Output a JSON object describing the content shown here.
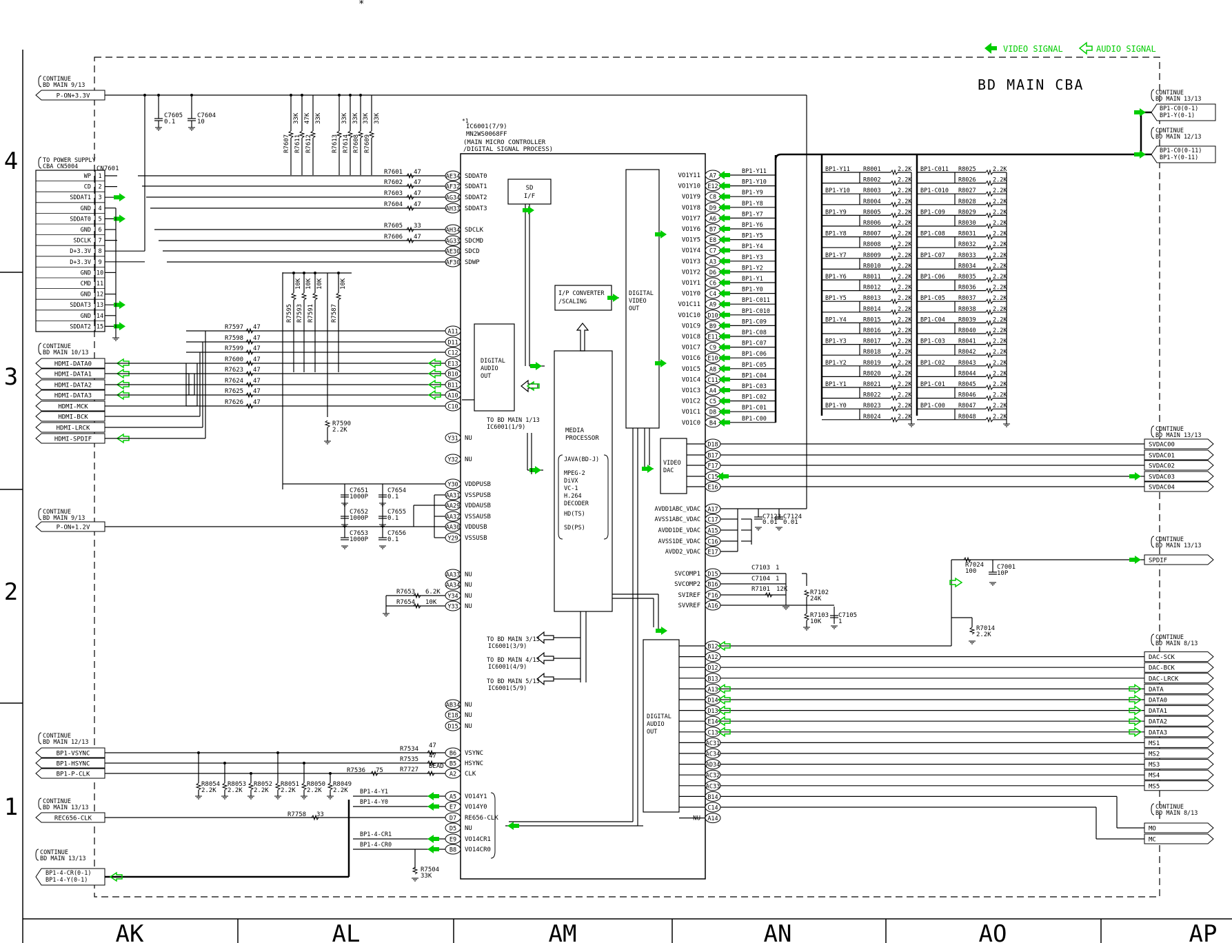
{
  "header": {
    "asterisk": "*",
    "legend_video": "VIDEO SIGNAL",
    "legend_audio": "AUDIO SIGNAL",
    "title": "BD MAIN CBA"
  },
  "colors": {
    "signal_green": "#00cc00",
    "line": "#000000",
    "background": "#ffffff"
  },
  "icons": {
    "video_arrow": "video-signal-arrow-icon",
    "audio_arrow": "audio-signal-arrow-icon",
    "ground": "ground-icon"
  },
  "grid": {
    "rows": [
      "4",
      "3",
      "2",
      "1"
    ],
    "cols": [
      "AK",
      "AL",
      "AM",
      "AN",
      "AO",
      "AP"
    ]
  },
  "ic": {
    "ref": "IC6001(7/9)",
    "note_mark": "*1",
    "part": "MN2WS0068FF",
    "desc1": "(MAIN MICRO CONTROLLER",
    "desc2": "/DIGITAL SIGNAL PROCESS)"
  },
  "blocks": {
    "sd_if": "SD I/F",
    "ip_conv": "I/P CONVERTER /SCALING",
    "dvo": "DIGITAL VIDEO OUT",
    "dao_left": "DIGITAL AUDIO OUT",
    "media": "MEDIA PROCESSOR",
    "media_list": [
      "JAVA(BD-J)",
      "MPEG-2",
      "DiVX",
      "VC-1",
      "H.264",
      "DECODER",
      "HD(TS)",
      "SD(PS)"
    ],
    "video_dac": "VIDEO DAC",
    "dao_right": "DIGITAL AUDIO OUT",
    "to_bd1": [
      "TO BD MAIN 1/13",
      "IC6001(1/9)"
    ],
    "to_bd3": [
      "TO BD MAIN 3/13",
      "IC6001(3/9)"
    ],
    "to_bd4": [
      "TO BD MAIN 4/13",
      "IC6001(4/9)"
    ],
    "to_bd5": [
      "TO BD MAIN 5/13",
      "IC6001(5/9)"
    ]
  },
  "continues": {
    "c9_top": [
      "CONTINUE",
      "BD MAIN 9/13"
    ],
    "c_power": [
      "TO POWER SUPPLY",
      "CBA CN5004"
    ],
    "c10": [
      "CONTINUE",
      "BD MAIN 10/13"
    ],
    "c9_mid": [
      "CONTINUE",
      "BD MAIN 9/13"
    ],
    "c12": [
      "CONTINUE",
      "BD MAIN 12/13"
    ],
    "c13_a": [
      "CONTINUE",
      "BD MAIN 13/13"
    ],
    "c13_b": [
      "CONTINUE",
      "BD MAIN 13/13"
    ],
    "r13_top": [
      "CONTINUE",
      "BD MAIN 13/13"
    ],
    "r12": [
      "CONTINUE",
      "BD MAIN 12/13"
    ],
    "r13_mid": [
      "CONTINUE",
      "BD MAIN 13/13"
    ],
    "r13_sp": [
      "CONTINUE",
      "BD MAIN 13/13"
    ],
    "r8_a": [
      "CONTINUE",
      "BD MAIN 8/13"
    ],
    "r8_b": [
      "CONTINUE",
      "BD MAIN 8/13"
    ]
  },
  "left_offpage": {
    "pon33": "P-ON+3.3V",
    "pon12": "P-ON+1.2V",
    "hdmi": [
      "HDMI-DATA0",
      "HDMI-DATA1",
      "HDMI-DATA2",
      "HDMI-DATA3",
      "HDMI-MCK",
      "HDMI-BCK",
      "HDMI-LRCK",
      "HDMI-SPDIF"
    ],
    "bp1": [
      "BP1-VSYNC",
      "BP1-HSYNC",
      "BP1-P-CLK"
    ],
    "rec656": "REC656-CLK",
    "bp14": [
      "BP1-4-CR(0-1)",
      "BP1-4-Y(0-1)"
    ]
  },
  "connector": {
    "ref": "CN7601",
    "pins": [
      {
        "name": "WP",
        "num": "1"
      },
      {
        "name": "CD",
        "num": "2"
      },
      {
        "name": "SDDAT1",
        "num": "3"
      },
      {
        "name": "GND",
        "num": "4"
      },
      {
        "name": "SDDAT0",
        "num": "5"
      },
      {
        "name": "GND",
        "num": "6"
      },
      {
        "name": "SDCLK",
        "num": "7"
      },
      {
        "name": "D+3.3V",
        "num": "8"
      },
      {
        "name": "D+3.3V",
        "num": "9"
      },
      {
        "name": "GND",
        "num": "10"
      },
      {
        "name": "CMD",
        "num": "11"
      },
      {
        "name": "GND",
        "num": "12"
      },
      {
        "name": "SDDAT3",
        "num": "13"
      },
      {
        "name": "GND",
        "num": "14"
      },
      {
        "name": "SDDAT2",
        "num": "15"
      }
    ]
  },
  "caps_top": [
    {
      "ref": "C7605",
      "val": "0.1"
    },
    {
      "ref": "C7604",
      "val": "10"
    }
  ],
  "vres_top": [
    {
      "ref": "R7607",
      "val": "33K"
    },
    {
      "ref": "R7611",
      "val": "47K"
    },
    {
      "ref": "R7612",
      "val": "33K"
    },
    {
      "ref": "R7613",
      "val": "33K"
    },
    {
      "ref": "R7614",
      "val": "33K"
    },
    {
      "ref": "R7608",
      "val": "33K"
    },
    {
      "ref": "R7609",
      "val": "33K"
    }
  ],
  "vres_mid": [
    {
      "ref": "R7595",
      "val": "10K"
    },
    {
      "ref": "R7593",
      "val": "10K"
    },
    {
      "ref": "R7591",
      "val": "10K"
    },
    {
      "ref": "R7587",
      "val": "10K"
    }
  ],
  "r7590": {
    "ref": "R7590",
    "val": "2.2K"
  },
  "r7504": {
    "ref": "R7504",
    "val": "33K"
  },
  "left_pins": [
    {
      "ball": "AE34",
      "name": "SDDAT0",
      "res": "R7601",
      "val": "47"
    },
    {
      "ball": "AF32",
      "name": "SDDAT1",
      "res": "R7602",
      "val": "47"
    },
    {
      "ball": "AG34",
      "name": "SDDAT2",
      "res": "R7603",
      "val": "47"
    },
    {
      "ball": "AH33",
      "name": "SDDAT3",
      "res": "R7604",
      "val": "47"
    },
    {
      "ball": "AH34",
      "name": "SDCLK",
      "res": "R7605",
      "val": "33"
    },
    {
      "ball": "AG33",
      "name": "SDCMD",
      "res": "R7606",
      "val": "47"
    },
    {
      "ball": "AE30",
      "name": "SDCD",
      "res": "",
      "val": ""
    },
    {
      "ball": "AF30",
      "name": "SDWP",
      "res": "",
      "val": ""
    }
  ],
  "audio_pins": [
    {
      "ball": "A11",
      "res": "R7597",
      "val": "47"
    },
    {
      "ball": "D11",
      "res": "R7598",
      "val": "47"
    },
    {
      "ball": "C12",
      "res": "R7599",
      "val": "47"
    },
    {
      "ball": "E13",
      "res": "R7600",
      "val": "47"
    },
    {
      "ball": "B10",
      "res": "R7623",
      "val": "47"
    },
    {
      "ball": "B11",
      "res": "R7624",
      "val": "47"
    },
    {
      "ball": "A10",
      "res": "R7625",
      "val": "47"
    },
    {
      "ball": "C10",
      "res": "R7626",
      "val": "47"
    }
  ],
  "nu_pins_a": [
    {
      "ball": "Y31",
      "name": "NU"
    },
    {
      "ball": "Y32",
      "name": "NU"
    }
  ],
  "pwr_pins": [
    {
      "ball": "Y30",
      "name": "VDDPUSB"
    },
    {
      "ball": "AA31",
      "name": "VSSPUSB"
    },
    {
      "ball": "AA29",
      "name": "VDDAUSB"
    },
    {
      "ball": "AA32",
      "name": "VSSAUSB"
    },
    {
      "ball": "AA30",
      "name": "VDDUSB"
    },
    {
      "ball": "Y29",
      "name": "VSSUSB"
    }
  ],
  "pwr_caps": [
    {
      "ref": "C7651",
      "val": "1000P"
    },
    {
      "ref": "C7654",
      "val": "0.1"
    },
    {
      "ref": "C7652",
      "val": "1000P"
    },
    {
      "ref": "C7655",
      "val": "0.1"
    },
    {
      "ref": "C7653",
      "val": "1000P"
    },
    {
      "ref": "C7656",
      "val": "0.1"
    }
  ],
  "nu_pins_b": [
    {
      "ball": "AA33",
      "name": "NU",
      "res": "",
      "val": ""
    },
    {
      "ball": "AA34",
      "name": "NU",
      "res": "",
      "val": ""
    },
    {
      "ball": "Y34",
      "name": "NU",
      "res": "R7653",
      "val": "6.2K"
    },
    {
      "ball": "Y33",
      "name": "NU",
      "res": "R7654",
      "val": "10K"
    }
  ],
  "nu_pins_c": [
    {
      "ball": "AB34",
      "name": "NU"
    },
    {
      "ball": "E18",
      "name": "NU"
    },
    {
      "ball": "D15",
      "name": "NU"
    }
  ],
  "sync_pins": [
    {
      "ball": "B6",
      "name": "VSYNC",
      "res": "R7534",
      "val": "47"
    },
    {
      "ball": "B5",
      "name": "HSYNC",
      "res": "R7535",
      "val": "47"
    },
    {
      "ball": "A2",
      "name": "CLK",
      "res": "R7727",
      "val": "BEAD"
    }
  ],
  "r7536": {
    "ref": "R7536",
    "val": "75"
  },
  "term_res": [
    {
      "ref": "R8054",
      "val": "2.2K"
    },
    {
      "ref": "R8053",
      "val": "2.2K"
    },
    {
      "ref": "R8052",
      "val": "2.2K"
    },
    {
      "ref": "R8051",
      "val": "2.2K"
    },
    {
      "ref": "R8050",
      "val": "2.2K"
    },
    {
      "ref": "R8049",
      "val": "2.2K"
    }
  ],
  "vo_pins": [
    {
      "ball": "A5",
      "name": "VO14Y1",
      "net": "BP1-4-Y1"
    },
    {
      "ball": "E7",
      "name": "VO14Y0",
      "net": "BP1-4-Y0"
    },
    {
      "ball": "D7",
      "name": "RE656-CLK",
      "net": ""
    },
    {
      "ball": "D5",
      "name": "NU",
      "net": ""
    },
    {
      "ball": "E9",
      "name": "VO14CR1",
      "net": "BP1-4-CR1"
    },
    {
      "ball": "B8",
      "name": "VO14CR0",
      "net": "BP1-4-CR0"
    }
  ],
  "r7758": {
    "ref": "R7758",
    "val": "33"
  },
  "right_pins": [
    {
      "name": "VO1Y11",
      "ball": "A7",
      "net": "BP1-Y11"
    },
    {
      "name": "VO1Y10",
      "ball": "E12",
      "net": "BP1-Y10"
    },
    {
      "name": "VO1Y9",
      "ball": "C8",
      "net": "BP1-Y9"
    },
    {
      "name": "VO1Y8",
      "ball": "D9",
      "net": "BP1-Y8"
    },
    {
      "name": "VO1Y7",
      "ball": "A6",
      "net": "BP1-Y7"
    },
    {
      "name": "VO1Y6",
      "ball": "B7",
      "net": "BP1-Y6"
    },
    {
      "name": "VO1Y5",
      "ball": "E8",
      "net": "BP1-Y5"
    },
    {
      "name": "VO1Y4",
      "ball": "C7",
      "net": "BP1-Y4"
    },
    {
      "name": "VO1Y3",
      "ball": "A3",
      "net": "BP1-Y3"
    },
    {
      "name": "VO1Y2",
      "ball": "D6",
      "net": "BP1-Y2"
    },
    {
      "name": "VO1Y1",
      "ball": "C6",
      "net": "BP1-Y1"
    },
    {
      "name": "VO1Y0",
      "ball": "C4",
      "net": "BP1-Y0"
    },
    {
      "name": "VO1C11",
      "ball": "A9",
      "net": "BP1-C011"
    },
    {
      "name": "VO1C10",
      "ball": "D10",
      "net": "BP1-C010"
    },
    {
      "name": "VO1C9",
      "ball": "B9",
      "net": "BP1-C09"
    },
    {
      "name": "VO1C8",
      "ball": "E11",
      "net": "BP1-C08"
    },
    {
      "name": "VO1C7",
      "ball": "C9",
      "net": "BP1-C07"
    },
    {
      "name": "VO1C6",
      "ball": "E10",
      "net": "BP1-C06"
    },
    {
      "name": "VO1C5",
      "ball": "A8",
      "net": "BP1-C05"
    },
    {
      "name": "VO1C4",
      "ball": "C11",
      "net": "BP1-C04"
    },
    {
      "name": "VO1C3",
      "ball": "A4",
      "net": "BP1-C03"
    },
    {
      "name": "VO1C2",
      "ball": "C5",
      "net": "BP1-C02"
    },
    {
      "name": "VO1C1",
      "ball": "D8",
      "net": "BP1-C01"
    },
    {
      "name": "VO1C0",
      "ball": "B4",
      "net": "BP1-C00"
    }
  ],
  "y_bus": [
    "BP1-Y11",
    "BP1-Y10",
    "BP1-Y9",
    "BP1-Y8",
    "BP1-Y7",
    "BP1-Y6",
    "BP1-Y5",
    "BP1-Y4",
    "BP1-Y3",
    "BP1-Y2",
    "BP1-Y1",
    "BP1-Y0"
  ],
  "c_bus": [
    "BP1-C011",
    "BP1-C010",
    "BP1-C09",
    "BP1-C08",
    "BP1-C07",
    "BP1-C06",
    "BP1-C05",
    "BP1-C04",
    "BP1-C03",
    "BP1-C02",
    "BP1-C01",
    "BP1-C00"
  ],
  "y_res": [
    {
      "ref": "R8001",
      "val": "2.2K"
    },
    {
      "ref": "R8002",
      "val": "2.2K"
    },
    {
      "ref": "R8003",
      "val": "2.2K"
    },
    {
      "ref": "R8004",
      "val": "2.2K"
    },
    {
      "ref": "R8005",
      "val": "2.2K"
    },
    {
      "ref": "R8006",
      "val": "2.2K"
    },
    {
      "ref": "R8007",
      "val": "2.2K"
    },
    {
      "ref": "R8008",
      "val": "2.2K"
    },
    {
      "ref": "R8009",
      "val": "2.2K"
    },
    {
      "ref": "R8010",
      "val": "2.2K"
    },
    {
      "ref": "R8011",
      "val": "2.2K"
    },
    {
      "ref": "R8012",
      "val": "2.2K"
    },
    {
      "ref": "R8013",
      "val": "2.2K"
    },
    {
      "ref": "R8014",
      "val": "2.2K"
    },
    {
      "ref": "R8015",
      "val": "2.2K"
    },
    {
      "ref": "R8016",
      "val": "2.2K"
    },
    {
      "ref": "R8017",
      "val": "2.2K"
    },
    {
      "ref": "R8018",
      "val": "2.2K"
    },
    {
      "ref": "R8019",
      "val": "2.2K"
    },
    {
      "ref": "R8020",
      "val": "2.2K"
    },
    {
      "ref": "R8021",
      "val": "2.2K"
    },
    {
      "ref": "R8022",
      "val": "2.2K"
    },
    {
      "ref": "R8023",
      "val": "2.2K"
    },
    {
      "ref": "R8024",
      "val": "2.2K"
    }
  ],
  "c_res": [
    {
      "ref": "R8025",
      "val": "2.2K"
    },
    {
      "ref": "R8026",
      "val": "2.2K"
    },
    {
      "ref": "R8027",
      "val": "2.2K"
    },
    {
      "ref": "R8028",
      "val": "2.2K"
    },
    {
      "ref": "R8029",
      "val": "2.2K"
    },
    {
      "ref": "R8030",
      "val": "2.2K"
    },
    {
      "ref": "R8031",
      "val": "2.2K"
    },
    {
      "ref": "R8032",
      "val": "2.2K"
    },
    {
      "ref": "R8033",
      "val": "2.2K"
    },
    {
      "ref": "R8034",
      "val": "2.2K"
    },
    {
      "ref": "R8035",
      "val": "2.2K"
    },
    {
      "ref": "R8036",
      "val": "2.2K"
    },
    {
      "ref": "R8037",
      "val": "2.2K"
    },
    {
      "ref": "R8038",
      "val": "2.2K"
    },
    {
      "ref": "R8039",
      "val": "2.2K"
    },
    {
      "ref": "R8040",
      "val": "2.2K"
    },
    {
      "ref": "R8041",
      "val": "2.2K"
    },
    {
      "ref": "R8042",
      "val": "2.2K"
    },
    {
      "ref": "R8043",
      "val": "2.2K"
    },
    {
      "ref": "R8044",
      "val": "2.2K"
    },
    {
      "ref": "R8045",
      "val": "2.2K"
    },
    {
      "ref": "R8046",
      "val": "2.2K"
    },
    {
      "ref": "R8047",
      "val": "2.2K"
    },
    {
      "ref": "R8048",
      "val": "2.2K"
    }
  ],
  "bus_out": {
    "a": [
      "BP1-C0(0-1)",
      "BP1-Y(0-1)"
    ],
    "b": [
      "BP1-C0(0-11)",
      "BP1-Y(0-11)"
    ]
  },
  "dac_pins": [
    {
      "ball": "D18",
      "net": "SVDAC00"
    },
    {
      "ball": "B17",
      "net": "SVDAC01"
    },
    {
      "ball": "F17",
      "net": "SVDAC02"
    },
    {
      "ball": "C15",
      "net": "SVDAC03"
    },
    {
      "ball": "E16",
      "net": "SVDAC04"
    }
  ],
  "vdac_pins": [
    {
      "name": "AVDD1ABC_VDAC",
      "ball": "A17"
    },
    {
      "name": "AVSS1ABC_VDAC",
      "ball": "C17"
    },
    {
      "name": "AVDD1DE_VDAC",
      "ball": "A15"
    },
    {
      "name": "AVSS1DE_VDAC",
      "ball": "C16"
    },
    {
      "name": "AVDD2_VDAC",
      "ball": "E17"
    }
  ],
  "vdac_caps": [
    {
      "ref": "C7123",
      "val": "0.01"
    },
    {
      "ref": "C7124",
      "val": "0.01"
    }
  ],
  "sv_pins": [
    {
      "name": "SVCOMP1",
      "ball": "D15"
    },
    {
      "name": "SVCOMP2",
      "ball": "B16"
    },
    {
      "name": "SVIREF",
      "ball": "F16"
    },
    {
      "name": "SVVREF",
      "ball": "A16"
    }
  ],
  "sv_parts": {
    "c7103": {
      "ref": "C7103",
      "val": "1"
    },
    "c7104": {
      "ref": "C7104",
      "val": "1"
    },
    "r7101": {
      "ref": "R7101",
      "val": "12K"
    },
    "r7102": {
      "ref": "R7102",
      "val": "24K"
    },
    "r7103": {
      "ref": "R7103",
      "val": "10K"
    },
    "c7105": {
      "ref": "C7105",
      "val": "1"
    }
  },
  "spdif": {
    "net": "SPDIF",
    "r7024": {
      "ref": "R7024",
      "val": "100"
    },
    "c7001": {
      "ref": "C7001",
      "val": "10P"
    },
    "r7014": {
      "ref": "R7014",
      "val": "2.2K"
    }
  },
  "audio_out": [
    {
      "ball": "B12",
      "net": ""
    },
    {
      "ball": "A12",
      "net": "DAC-SCK"
    },
    {
      "ball": "D12",
      "net": "DAC-BCK"
    },
    {
      "ball": "B13",
      "net": "DAC-LRCK"
    },
    {
      "ball": "A13",
      "net": "DATA"
    },
    {
      "ball": "D14",
      "net": "DATA0"
    },
    {
      "ball": "D13",
      "net": "DATA1"
    },
    {
      "ball": "E14",
      "net": "DATA2"
    },
    {
      "ball": "C13",
      "net": "DATA3"
    },
    {
      "ball": "AC31",
      "net": "MS1"
    },
    {
      "ball": "AC34",
      "net": "MS2"
    },
    {
      "ball": "AD34",
      "net": "MS3"
    },
    {
      "ball": "AC32",
      "net": "MS4"
    },
    {
      "ball": "AC33",
      "net": "MS5"
    },
    {
      "ball": "B14",
      "net": "MO"
    },
    {
      "ball": "C14",
      "net": "MC"
    },
    {
      "ball": "A14",
      "net": "",
      "name": "NU"
    }
  ]
}
